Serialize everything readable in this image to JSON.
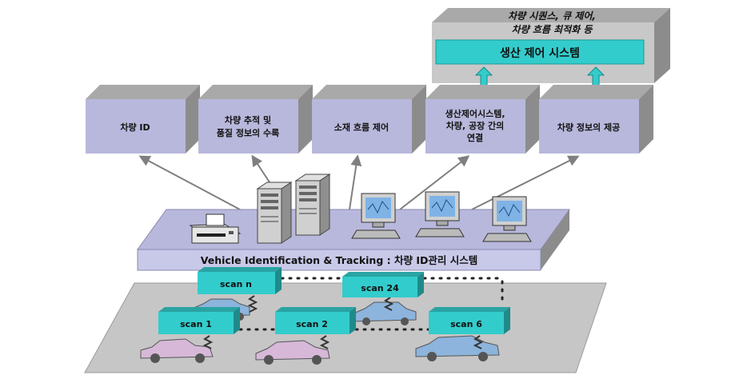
{
  "top": {
    "note_line1": "차량 시퀀스, 큐 제어,",
    "note_line2": "차량 흐름 최적화 등",
    "system_label": "생산 제어 시스템"
  },
  "functions": {
    "box1": [
      "차량 ID"
    ],
    "box2": [
      "차량 추적 및",
      "품질 정보의 수록"
    ],
    "box3": [
      "소재 흐름 제어"
    ],
    "box4": [
      "생산제어시스템,",
      "차량, 공장 간의",
      "연결"
    ],
    "box5": [
      "차량 정보의 제공"
    ]
  },
  "platform_label": "Vehicle Identification & Tracking : 차량 ID관리 시스템",
  "scanners": {
    "scan_n": "scan n",
    "scan_24": "scan 24",
    "scan_1": "scan 1",
    "scan_2": "scan 2",
    "scan_6": "scan 6"
  },
  "colors": {
    "box_face": "#b8b8dc",
    "box_top": "#a9a9a9",
    "box_side": "#8c8c8c",
    "teal": "#33cccc",
    "floor": "#c6c6c6"
  }
}
